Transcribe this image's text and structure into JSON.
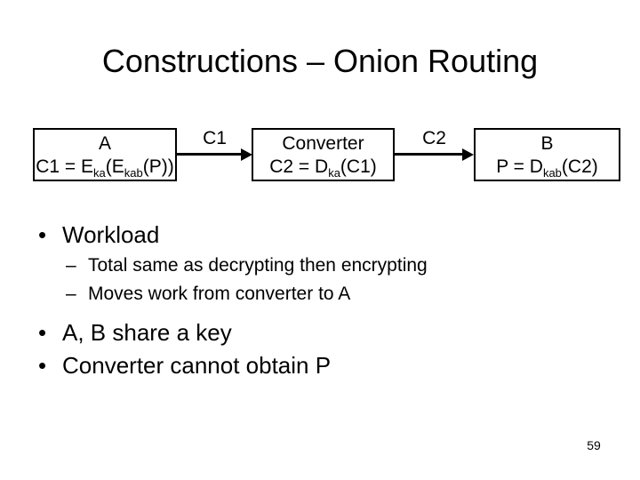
{
  "title": "Constructions – Onion Routing",
  "page_number": "59",
  "diagram": {
    "nodes": [
      {
        "label": "A",
        "eq_parts": [
          {
            "text": "C1 = E"
          },
          {
            "sub": "ka"
          },
          {
            "text": "(E"
          },
          {
            "sub": "kab"
          },
          {
            "text": "(P))"
          }
        ]
      },
      {
        "label": "Converter",
        "eq_parts": [
          {
            "text": "C2 = D"
          },
          {
            "sub": "ka"
          },
          {
            "text": "(C1)"
          }
        ]
      },
      {
        "label": "B",
        "eq_parts": [
          {
            "text": "P = D"
          },
          {
            "sub": "kab"
          },
          {
            "text": "(C2)"
          }
        ]
      }
    ],
    "arrows": [
      {
        "label": "C1"
      },
      {
        "label": "C2"
      }
    ]
  },
  "bullets": [
    {
      "level": 1,
      "marker": "•",
      "text": "Workload"
    },
    {
      "level": 2,
      "marker": "–",
      "text": "Total same as decrypting then encrypting"
    },
    {
      "level": 2,
      "marker": "–",
      "text": "Moves work from converter to A"
    },
    {
      "level": 1,
      "marker": "•",
      "text": "A, B share a key"
    },
    {
      "level": 1,
      "marker": "•",
      "text": "Converter cannot obtain P"
    }
  ]
}
